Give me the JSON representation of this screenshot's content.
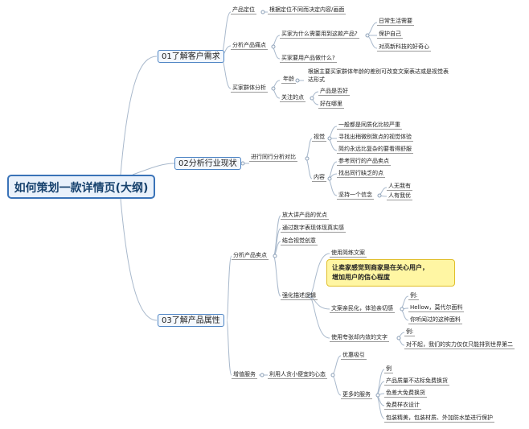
{
  "root": "如何策划一款详情页(大纲)",
  "branch1": {
    "label": "01了解客户需求",
    "positioning": {
      "label": "产品定位",
      "detail": "根据定位不同而决定内容/画面"
    },
    "pain": {
      "label": "分析产品痛点",
      "why": {
        "label": "买家为什么需要用到这款产品?",
        "items": [
          "日常生活需要",
          "保护自己",
          "对高新科技的好奇心"
        ]
      },
      "usage": "买家要用产品做什么?"
    },
    "groups": {
      "label": "买家群体分析",
      "age": {
        "label": "年龄",
        "detail_line1": "根据主要买家群体年龄的差别可改变文案表达或是视觉表",
        "detail_line2": "达形式"
      },
      "focus": {
        "label": "关注的点",
        "items": [
          "产品是否好",
          "好在哪里"
        ]
      }
    }
  },
  "branch2": {
    "label": "02分析行业现状",
    "compare": {
      "label": "进行同行分析对比",
      "visual": {
        "label": "视觉",
        "items": [
          "一般都是同质化比较严重",
          "寻找出稍微别致点的视觉体验",
          "简约永远比复杂的要看得舒服"
        ]
      },
      "content": {
        "label": "内容",
        "items": [
          "参考同行的产品卖点",
          "找出同行缺乏的点"
        ],
        "belief": {
          "label": "坚持一个信念",
          "items": [
            "人无我有",
            "人有我优"
          ]
        }
      }
    }
  },
  "branch3": {
    "label": "03了解产品属性",
    "selling": {
      "label": "分析产品卖点",
      "items": [
        "放大讲产品的优点",
        "通过数字表现体现真实感",
        "结合视觉创意"
      ],
      "logic": {
        "label": "强化描述逻辑",
        "concise": "使用简练文案",
        "callout_line1": "让卖家感觉到商家是在关心用户，",
        "callout_line2": "增加用户的信心程度",
        "warm": {
          "label": "文案亲民化，体验亲切感",
          "example": "例:",
          "items": [
            "Hellow，莫代尔面料",
            "你听闻过的这种面料"
          ]
        },
        "boast": {
          "label": "使用夸张却内敛的文字",
          "example": "例:",
          "item": "对不起，我们的实力仅仅只能排到世界第二"
        }
      }
    },
    "service": {
      "label": "增值服务",
      "psych": {
        "label": "利用人贪小便宜的心态",
        "discount": "优惠吸引",
        "more": {
          "label": "更多的服务",
          "items": [
            "例",
            "产品质量不达标免费换货",
            "色差大免费换货",
            "免费样衣设计",
            "包装精美，包装材质、外加防水垫进行保护"
          ]
        }
      }
    }
  },
  "colors": {
    "accent": "#3a73b8",
    "line": "#a9b9cc",
    "callout_bg": "#fff6a3"
  }
}
